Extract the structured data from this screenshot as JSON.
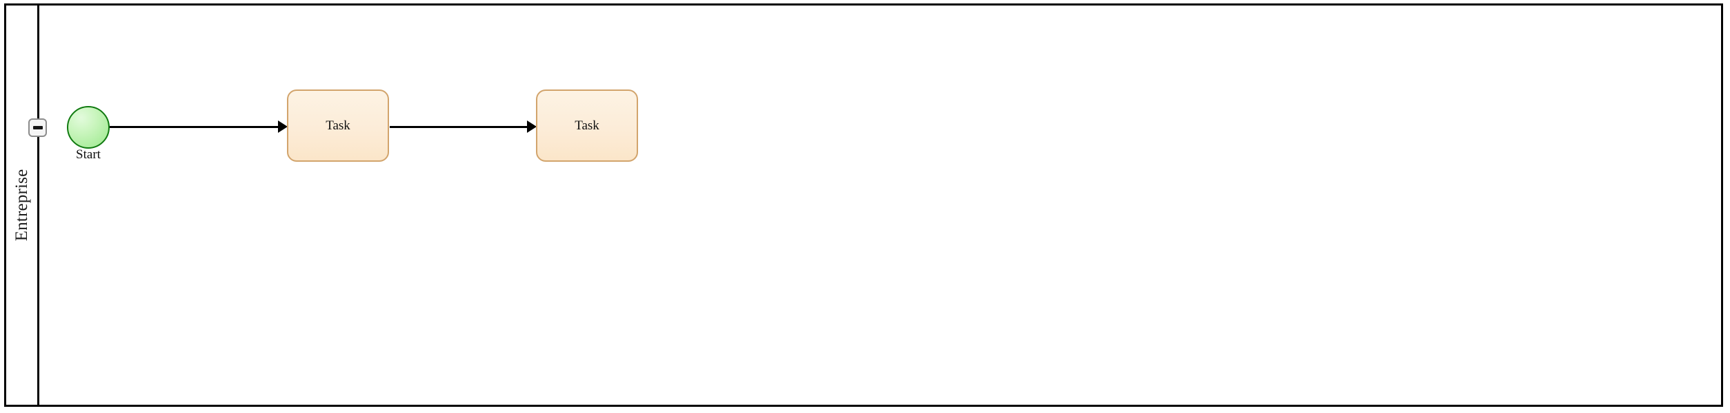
{
  "diagram": {
    "type": "bpmn-process",
    "frame": {
      "border_color": "#000000"
    },
    "pool": {
      "name": "Entreprise",
      "label": "Entreprise",
      "collapse_button": {
        "icon": "minus-icon",
        "state": "expanded",
        "tooltip": "Collapse"
      }
    },
    "nodes": [
      {
        "id": "start-event",
        "kind": "start-event",
        "label": "Start",
        "fill_color": "#c9f5bd",
        "stroke_color": "#107a10"
      },
      {
        "id": "task-1",
        "kind": "task",
        "label": "Task",
        "fill_color": "#fceed9",
        "stroke_color": "#d2a46c"
      },
      {
        "id": "task-2",
        "kind": "task",
        "label": "Task",
        "fill_color": "#fceed9",
        "stroke_color": "#d2a46c"
      }
    ],
    "flows": [
      {
        "id": "flow-1",
        "from": "start-event",
        "to": "task-1",
        "color": "#000000"
      },
      {
        "id": "flow-2",
        "from": "task-1",
        "to": "task-2",
        "color": "#000000"
      }
    ]
  }
}
